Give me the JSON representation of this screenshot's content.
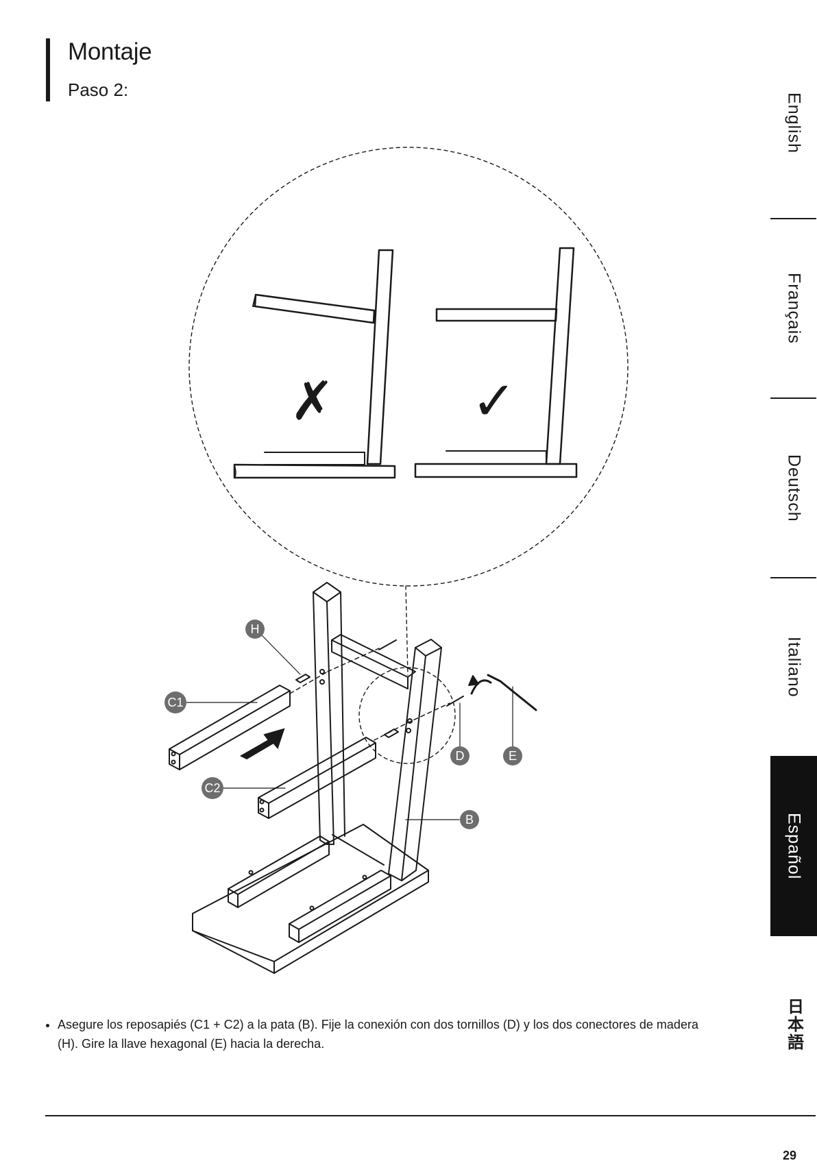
{
  "header": {
    "title": "Montaje",
    "subtitle": "Paso 2:"
  },
  "languages": [
    {
      "label": "English",
      "active": false
    },
    {
      "label": "Français",
      "active": false
    },
    {
      "label": "Deutsch",
      "active": false
    },
    {
      "label": "Italiano",
      "active": false
    },
    {
      "label": "Español",
      "active": true
    },
    {
      "label": "日本語",
      "active": false
    }
  ],
  "figure": {
    "wrong_mark": "✗",
    "right_mark": "✓",
    "labels": {
      "h": "H",
      "c1": "C1",
      "c2": "C2",
      "d": "D",
      "e": "E",
      "b": "B"
    },
    "colors": {
      "callout_fill": "#6d6d6d",
      "line": "#1a1a1a"
    }
  },
  "instructions": {
    "items": [
      "Asegure los reposapiés (C1 + C2) a la pata (B). Fije la conexión con dos tornillos (D) y los dos conectores de madera (H). Gire la llave hexagonal (E) hacia la derecha."
    ]
  },
  "footer": {
    "page_number": "29"
  }
}
